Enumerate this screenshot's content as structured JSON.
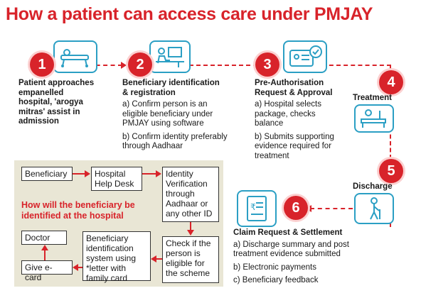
{
  "title": "How a patient can access care under PMJAY",
  "steps": [
    {
      "number": "1",
      "lines": [
        "Patient approaches",
        "empanelled",
        "hospital, 'arogya",
        "mitras' assist in",
        "admission"
      ]
    },
    {
      "number": "2",
      "heading": [
        "Beneficiary identification",
        "& registration"
      ],
      "a": [
        "a) Confirm person is an",
        "eligible beneficiary under",
        "PMJAY using software"
      ],
      "b": [
        "b) Confirm identity preferably",
        "through Aadhaar"
      ]
    },
    {
      "number": "3",
      "heading": [
        "Pre-Authorisation",
        "Request & Approval"
      ],
      "a": [
        "a) Hospital selects",
        "package, checks",
        "balance"
      ],
      "b": [
        "b) Submits supporting",
        "evidence required for",
        "treatment"
      ]
    },
    {
      "number": "4",
      "label": "Treatment"
    },
    {
      "number": "5",
      "label": "Discharge"
    },
    {
      "number": "6",
      "heading": "Claim Request & Settlement",
      "a": [
        "a) Discharge summary and post",
        "treatment evidence submitted"
      ],
      "b": "b) Electronic payments",
      "c": "c) Beneficiary feedback"
    }
  ],
  "panel": {
    "question": [
      "How will the beneficiary be",
      "identified at the hospital"
    ],
    "beneficiary": "Beneficiary",
    "help_desk": [
      "Hospital",
      "Help Desk"
    ],
    "identity": [
      "Identity",
      "Verification",
      "through",
      "Aadhaar or",
      "any other ID"
    ],
    "check": [
      "Check if the",
      "person is",
      "eligible for",
      "the scheme"
    ],
    "system": [
      "Beneficiary",
      "identification",
      "system using",
      "*letter with",
      "family card"
    ],
    "doctor": "Doctor",
    "ecard": "Give e-card"
  }
}
